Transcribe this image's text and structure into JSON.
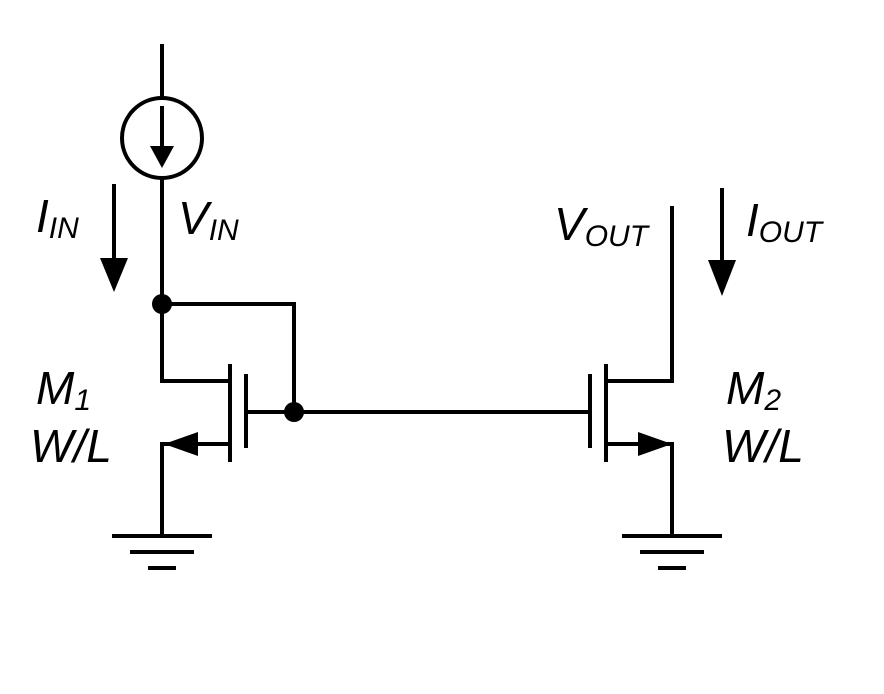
{
  "labels": {
    "i_in": {
      "main": "I",
      "sub": "IN"
    },
    "v_in": {
      "main": "V",
      "sub": "IN"
    },
    "v_out": {
      "main": "V",
      "sub": "OUT"
    },
    "i_out": {
      "main": "I",
      "sub": "OUT"
    },
    "m1": {
      "main": "M",
      "sub": "1",
      "ratio": "W/L"
    },
    "m2": {
      "main": "M",
      "sub": "2",
      "ratio": "W/L"
    }
  },
  "colors": {
    "ink": "#000000",
    "background": "#ffffff"
  }
}
